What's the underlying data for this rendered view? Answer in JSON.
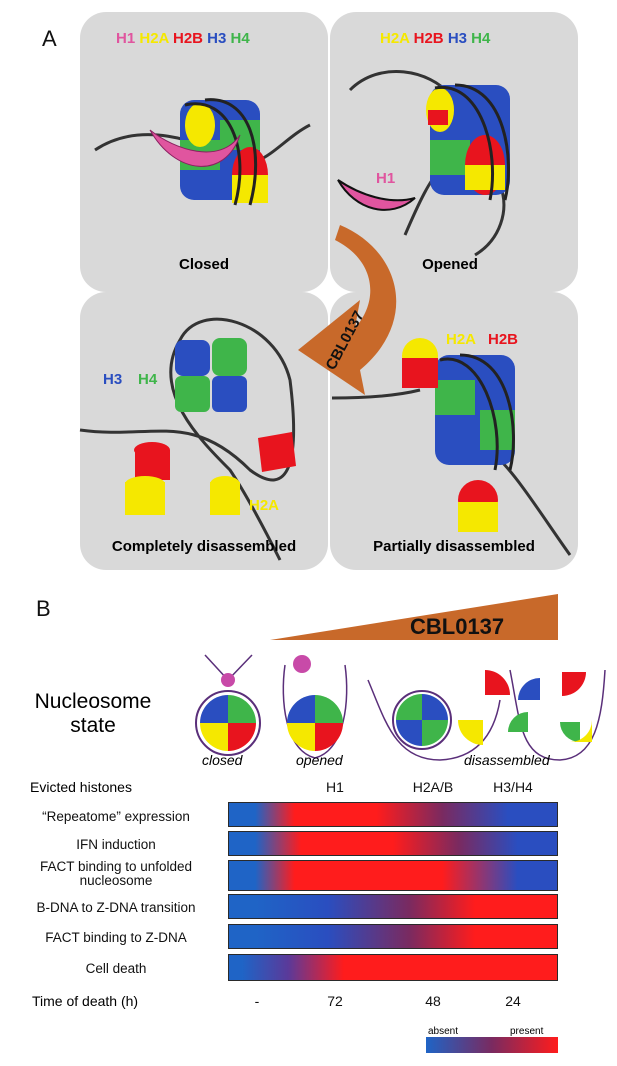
{
  "panel_a": {
    "label": "A",
    "closed_title": "Closed",
    "opened_title": "Opened",
    "complete_title": "Completely disassembled",
    "partial_title": "Partially disassembled",
    "drug_label": "CBL0137",
    "closed_histones": [
      "H1",
      "H2A",
      "H2B",
      "H3",
      "H4"
    ],
    "opened_histones": [
      "H2A",
      "H2B",
      "H3",
      "H4"
    ],
    "opened_h1": "H1",
    "complete_h3": "H3",
    "complete_h4": "H4",
    "complete_h2a": "H2A",
    "partial_h2a": "H2A",
    "partial_h2b": "H2B"
  },
  "panel_b": {
    "label": "B",
    "drug_label": "CBL0137",
    "nucleosome_state_label": "Nucleosome\nstate",
    "state_closed": "closed",
    "state_opened": "opened",
    "state_disassembled": "disassembled",
    "evicted_label": "Evicted histones",
    "evicted": [
      "H1",
      "H2A/B",
      "H3/H4"
    ],
    "rows": [
      {
        "label": "“Repeatome” expression"
      },
      {
        "label": "IFN induction"
      },
      {
        "label": "FACT binding to unfolded nucleosome"
      },
      {
        "label": "B-DNA to Z-DNA transition"
      },
      {
        "label": "FACT binding to Z-DNA"
      },
      {
        "label": "Cell death"
      }
    ],
    "time_label": "Time of death (h)",
    "times": [
      "-",
      "72",
      "48",
      "24"
    ],
    "legend_absent": "absent",
    "legend_present": "present"
  },
  "colors": {
    "h1": "#e0559f",
    "h2a": "#f5e800",
    "h2b": "#e8141e",
    "h3": "#2a4ec0",
    "h4": "#3fb54a",
    "panel_bg": "#d9d9d9",
    "arrow": "#c8692a",
    "absent": "#1f64c6",
    "present": "#ff1c1c"
  }
}
